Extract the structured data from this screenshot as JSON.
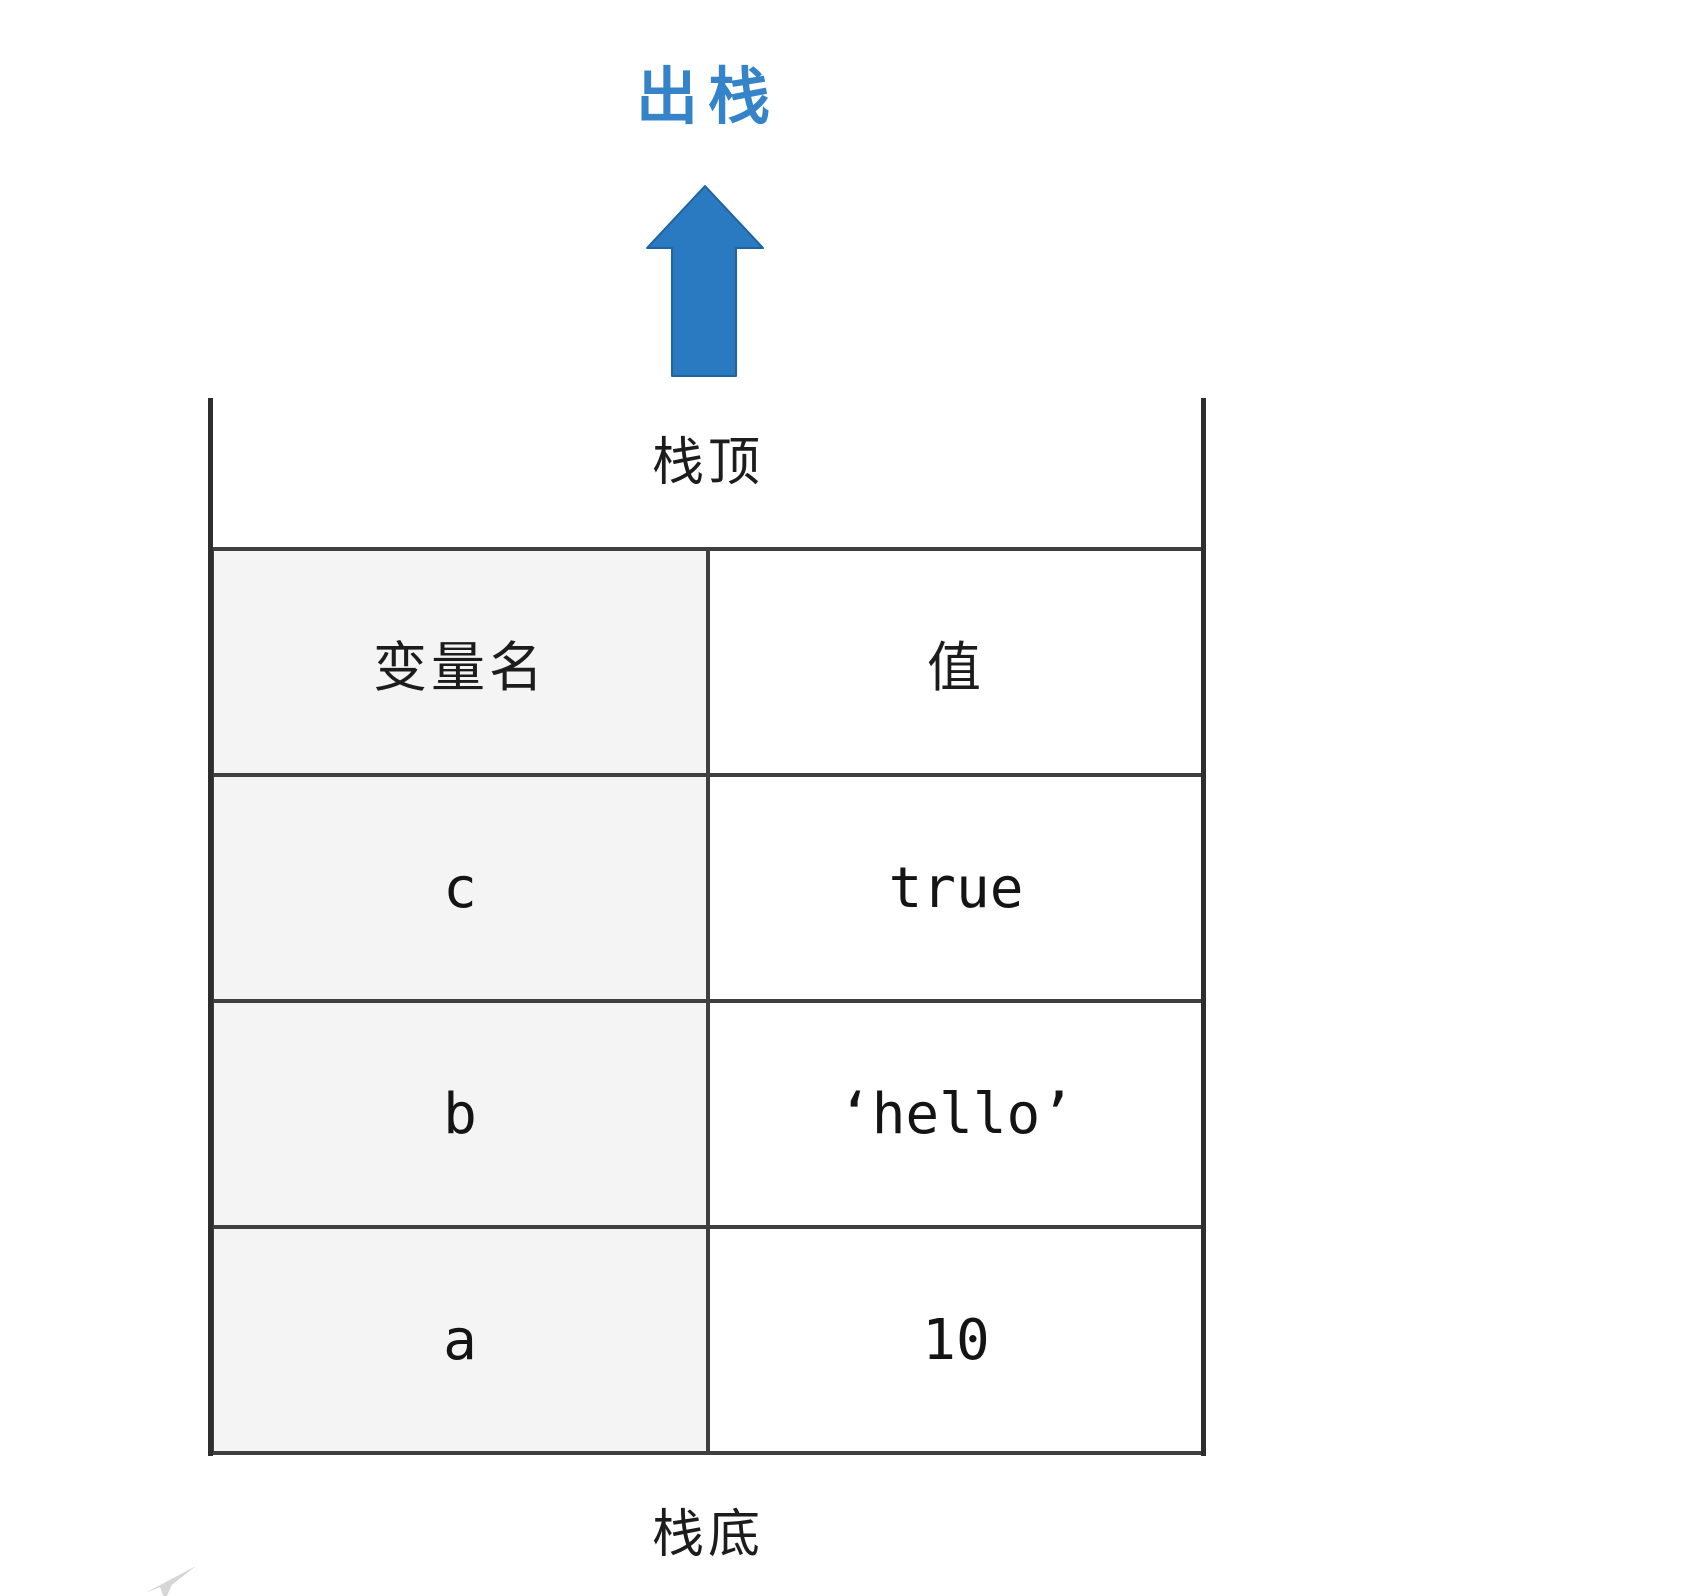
{
  "diagram": {
    "pop_label": "出栈",
    "stack_top_label": "栈顶",
    "stack_bottom_label": "栈底",
    "colors": {
      "label_blue": "#3583c9",
      "arrow_blue": "#2a7ac1",
      "arrow_stroke": "#1f639f",
      "border_dark": "#3f3f3f",
      "name_column_bg": "#f4f4f5"
    },
    "table": {
      "headers": [
        "变量名",
        "值"
      ],
      "rows": [
        {
          "name": "c",
          "value": "true"
        },
        {
          "name": "b",
          "value": "‘hello’"
        },
        {
          "name": "a",
          "value": "10"
        }
      ]
    }
  }
}
